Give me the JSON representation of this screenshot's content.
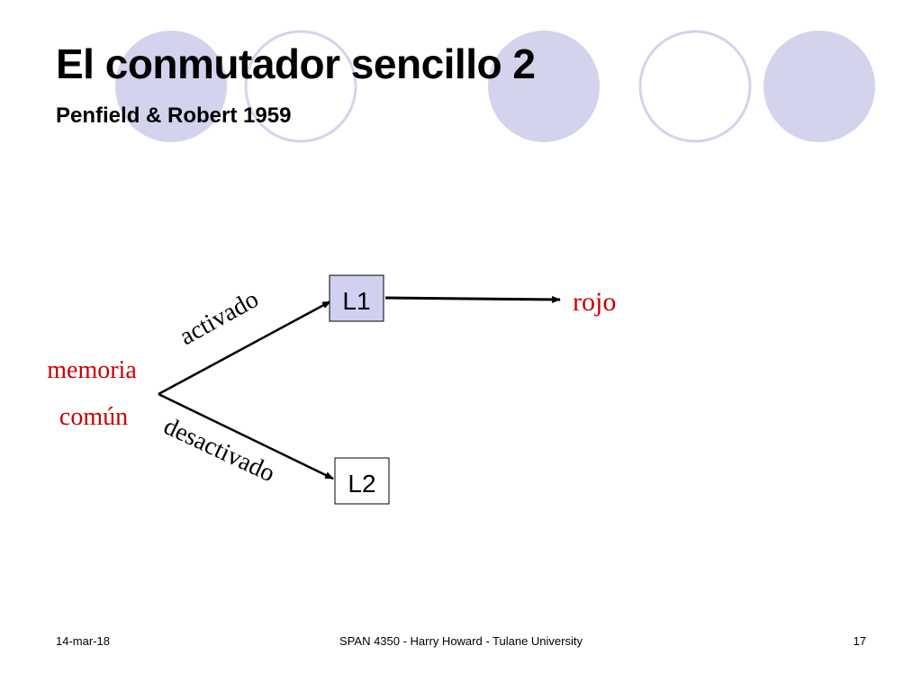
{
  "slide": {
    "title": "El conmutador sencillo 2",
    "subtitle": "Penfield & Robert 1959"
  },
  "diagram": {
    "source_label_line1": "memoria",
    "source_label_line2": "común",
    "branch_upper_label": "activado",
    "branch_lower_label": "desactivado",
    "node_l1": "L1",
    "node_l2": "L2",
    "output_label": "rojo"
  },
  "footer": {
    "date": "14-mar-18",
    "course": "SPAN 4350 - Harry Howard - Tulane University",
    "page": "17"
  },
  "colors": {
    "circle_fill": "#d3d3ed",
    "circle_stroke": "#d3d3ed",
    "l1_fill": "#d0d0f0",
    "red_text": "#cc0000"
  }
}
